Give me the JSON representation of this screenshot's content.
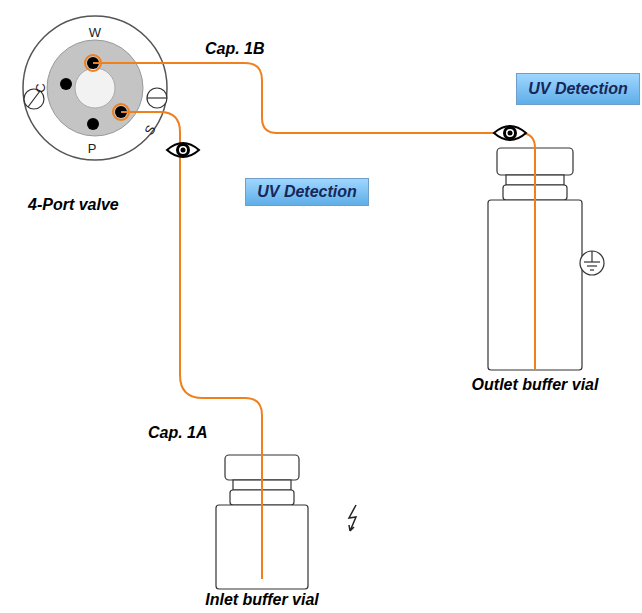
{
  "diagram": {
    "nodes": [
      {
        "text": [
          "W",
          "C",
          "S",
          "P",
          "4-Port valve"
        ]
      },
      {
        "text": [
          "UV Detection"
        ]
      },
      {
        "text": [
          "UV Detection"
        ]
      },
      {
        "text": [
          "Outlet buffer vial"
        ]
      },
      {
        "text": [
          "Inlet buffer vial"
        ]
      }
    ],
    "edges": [
      {
        "from": 0,
        "to": 3,
        "label": "Cap. 1B",
        "arrow": "none"
      },
      {
        "from": 0,
        "to": 4,
        "label": "Cap. 1A",
        "arrow": "none"
      }
    ]
  }
}
